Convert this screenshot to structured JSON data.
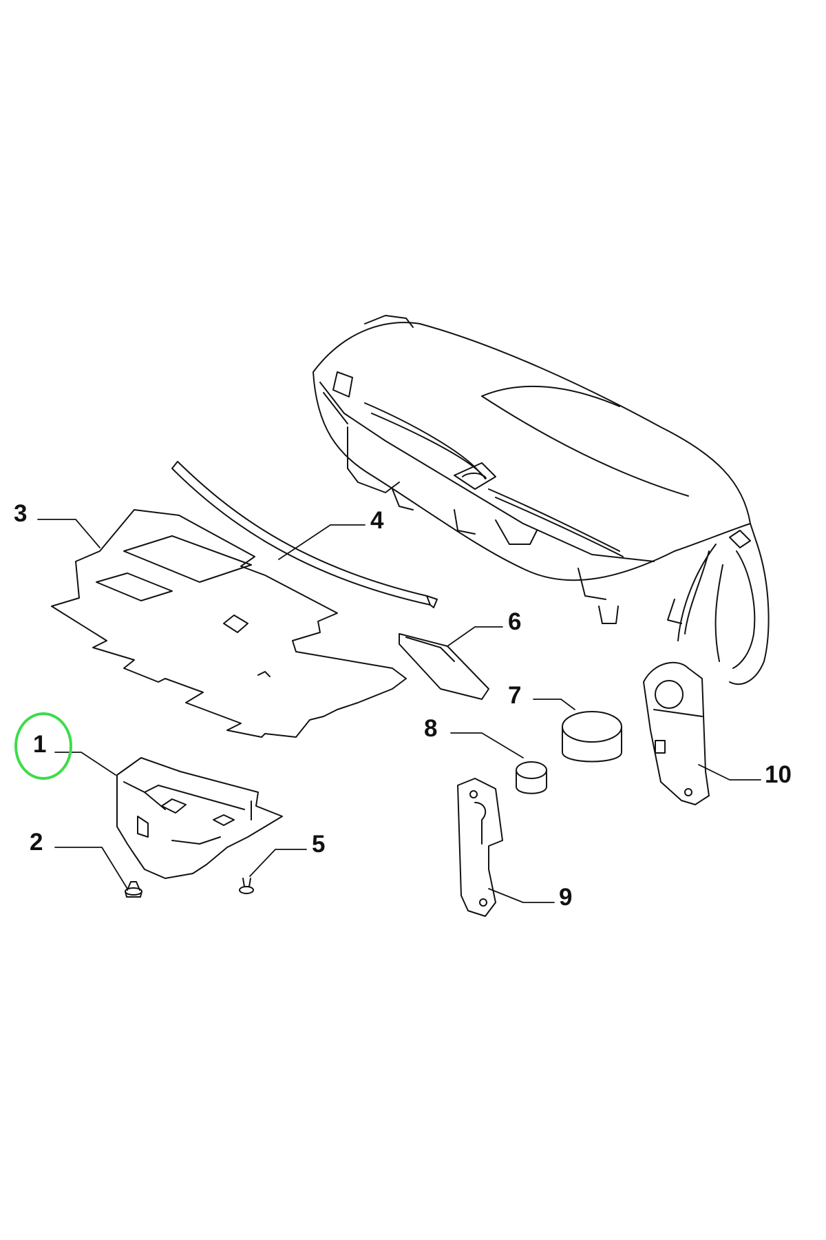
{
  "diagram": {
    "callouts": [
      {
        "id": "1",
        "label": "1",
        "highlighted": true
      },
      {
        "id": "2",
        "label": "2"
      },
      {
        "id": "3",
        "label": "3"
      },
      {
        "id": "4",
        "label": "4"
      },
      {
        "id": "5",
        "label": "5"
      },
      {
        "id": "6",
        "label": "6"
      },
      {
        "id": "7",
        "label": "7"
      },
      {
        "id": "8",
        "label": "8"
      },
      {
        "id": "9",
        "label": "9"
      },
      {
        "id": "10",
        "label": "10"
      }
    ],
    "colors": {
      "line": "#111111",
      "highlight_ring": "#3ddc4a",
      "background": "#ffffff"
    }
  }
}
